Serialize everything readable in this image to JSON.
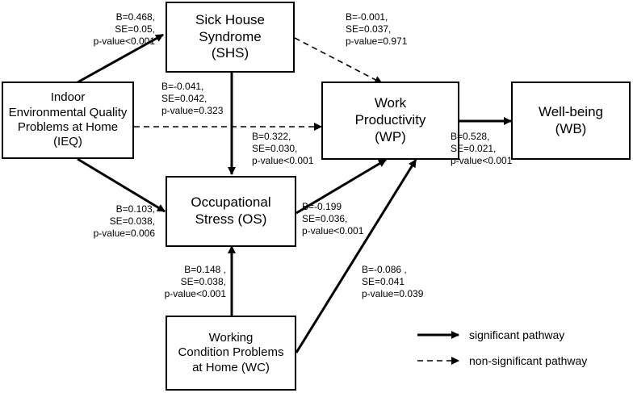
{
  "nodes": {
    "shs": {
      "label": "Sick House\nSyndrome\n(SHS)"
    },
    "ieq": {
      "label": "Indoor\nEnvironmental Quality\nProblems at Home\n(IEQ)"
    },
    "wp": {
      "label": "Work\nProductivity\n(WP)"
    },
    "wb": {
      "label": "Well-being\n(WB)"
    },
    "os": {
      "label": "Occupational\nStress (OS)"
    },
    "wc": {
      "label": "Working\nCondition Problems\nat Home (WC)"
    }
  },
  "edges": [
    {
      "id": "ieq-shs",
      "from": "ieq",
      "to": "shs",
      "significant": true,
      "stats": "B=0.468,\nSE=0.05,\np-value<0.001"
    },
    {
      "id": "shs-wp",
      "from": "shs",
      "to": "wp",
      "significant": false,
      "stats": "B=-0.001,\nSE=0.037,\np-value=0.971"
    },
    {
      "id": "shs-os",
      "from": "shs",
      "to": "os",
      "significant": true,
      "stats": "B=0.322,\nSE=0.030,\np-value<0.001"
    },
    {
      "id": "ieq-wp",
      "from": "ieq",
      "to": "wp",
      "significant": false,
      "stats": "B=-0.041,\nSE=0.042,\np-value=0.323"
    },
    {
      "id": "ieq-os",
      "from": "ieq",
      "to": "os",
      "significant": true,
      "stats": "B=0.103,\nSE=0.038,\np-value=0.006"
    },
    {
      "id": "wp-wb",
      "from": "wp",
      "to": "wb",
      "significant": true,
      "stats": "B=0.528,\nSE=0.021,\np-value<0.001"
    },
    {
      "id": "os-wp",
      "from": "os",
      "to": "wp",
      "significant": true,
      "stats": "B=-0.199\nSE=0.036,\np-value<0.001"
    },
    {
      "id": "wc-os",
      "from": "wc",
      "to": "os",
      "significant": true,
      "stats": "B=0.148 ,\nSE=0.038,\np-value<0.001"
    },
    {
      "id": "wc-wp",
      "from": "wc",
      "to": "wp",
      "significant": true,
      "stats": "B=-0.086 ,\nSE=0.041\np-value=0.039"
    }
  ],
  "legend": {
    "significant": "significant pathway",
    "non_significant": "non-significant pathway"
  }
}
